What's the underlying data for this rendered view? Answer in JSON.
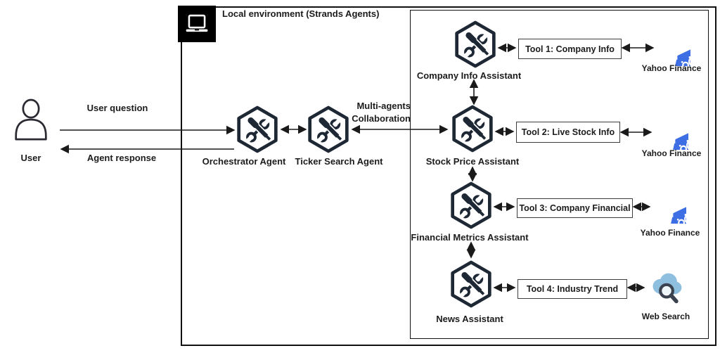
{
  "environment": {
    "title": "Local environment (Strands Agents)"
  },
  "user": {
    "label": "User",
    "question_arrow": "User question",
    "response_arrow": "Agent response"
  },
  "orchestration": {
    "orchestrator_label": "Orchestrator Agent",
    "ticker_label": "Ticker Search Agent",
    "collaboration_line1": "Multi-agents",
    "collaboration_line2": "Collaboration"
  },
  "assistants": [
    {
      "name": "Company Info Assistant",
      "tool": "Tool 1: Company Info",
      "service": "Yahoo Finance",
      "service_icon": "api"
    },
    {
      "name": "Stock Price Assistant",
      "tool": "Tool 2: Live Stock Info",
      "service": "Yahoo Finance",
      "service_icon": "api"
    },
    {
      "name": "Financial Metrics Assistant",
      "tool": "Tool 3: Company Financial",
      "service": "Yahoo Finance",
      "service_icon": "api"
    },
    {
      "name": "News Assistant",
      "tool": "Tool 4: Industry Trend",
      "service": "Web Search",
      "service_icon": "cloud-magnifier"
    }
  ],
  "icons": {
    "api_badge": "api",
    "agent_icon": "wrench-screwdriver-hexagon",
    "laptop_icon": "laptop",
    "user_icon": "person",
    "web_search_icon": "cloud-magnifier"
  },
  "colors": {
    "line": "#1a1a1a",
    "agent_icon": "#1e2835",
    "api_blue": "#3e6ee3",
    "api_badge_bg": "#7d9ff0",
    "cloud_blue": "#8fbfdf",
    "magnifier": "#3a4250"
  }
}
